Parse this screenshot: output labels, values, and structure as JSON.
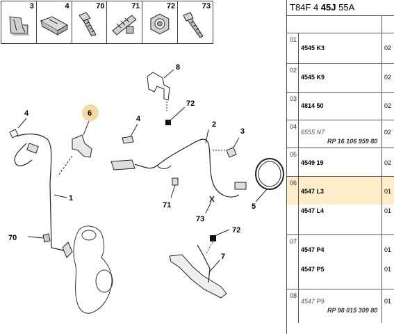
{
  "thumbnails": [
    {
      "num": "3",
      "icon": "clip-icon"
    },
    {
      "num": "4",
      "icon": "retainer-clip-icon"
    },
    {
      "num": "70",
      "icon": "bolt-icon"
    },
    {
      "num": "71",
      "icon": "cable-tie-icon"
    },
    {
      "num": "72",
      "icon": "nut-icon"
    },
    {
      "num": "73",
      "icon": "screw-icon"
    }
  ],
  "callouts": {
    "c8": "8",
    "c72a": "72",
    "c4a": "4",
    "c6": "6",
    "c4b": "4",
    "c2": "2",
    "c3": "3",
    "c1": "1",
    "c71": "71",
    "c5": "5",
    "c73": "73",
    "c70": "70",
    "c72b": "72",
    "c7": "7"
  },
  "table": {
    "header": {
      "a": "T84F 4 ",
      "b": "45J",
      "c": " 55A"
    },
    "rows": [
      {
        "index": "01",
        "refs": [
          {
            "text": "4545 K3",
            "qty": "02"
          }
        ]
      },
      {
        "index": "02",
        "refs": [
          {
            "text": "4545 K9",
            "qty": "02"
          }
        ]
      },
      {
        "index": "03",
        "refs": [
          {
            "text": "4814 50",
            "qty": "02"
          }
        ]
      },
      {
        "index": "04",
        "refs": [
          {
            "text": "6555 N7",
            "qty": "02",
            "rp": "RP 16 106 959 80"
          }
        ]
      },
      {
        "index": "05",
        "refs": [
          {
            "text": "4549 19",
            "qty": "02"
          }
        ]
      },
      {
        "index": "06",
        "highlight": true,
        "refs": [
          {
            "text": "4547 L3",
            "qty": "01"
          },
          {
            "text": "4547 L4",
            "qty": "01"
          }
        ]
      },
      {
        "index": "07",
        "refs": [
          {
            "text": "4547 P4",
            "qty": "01"
          },
          {
            "text": "4547 P5",
            "qty": "01"
          }
        ]
      },
      {
        "index": "08",
        "refs": [
          {
            "text": "4547 P9",
            "qty": "01",
            "rp": "RP 98 015 309 80"
          }
        ]
      }
    ]
  },
  "colors": {
    "highlight_row": "#fdeec9",
    "callout_circle": "#f6d9a6"
  }
}
